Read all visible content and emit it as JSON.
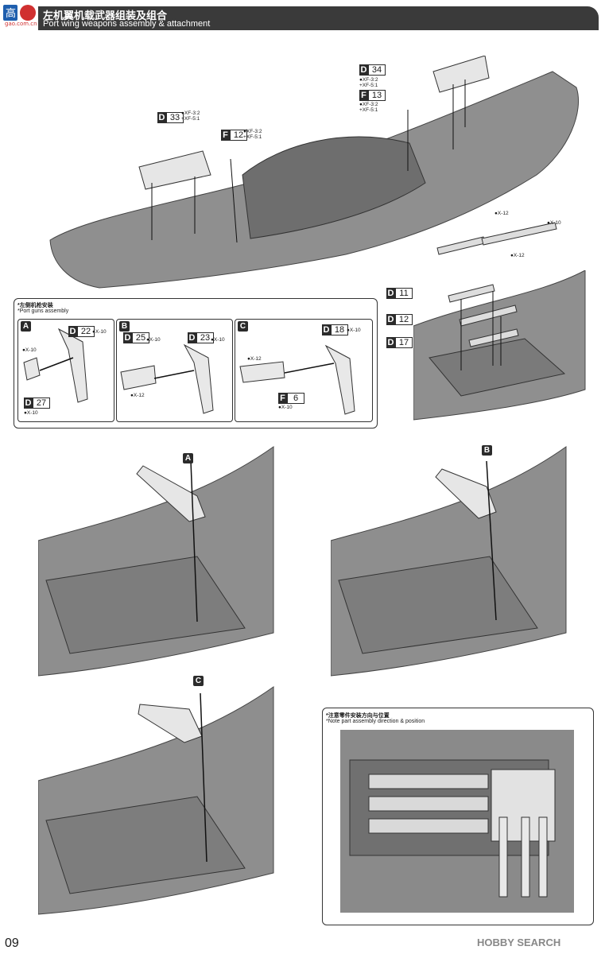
{
  "header": {
    "title_zh": "左机翼机载武器组装及组合",
    "title_en": "Port wing weapons assembly & attachment",
    "logo_text": "gao.com.cn",
    "logo_mark": "高"
  },
  "main_parts": {
    "d33": {
      "letter": "D",
      "num": "33",
      "paint": [
        "●XF-3:2",
        "+XF-5:1"
      ]
    },
    "f12": {
      "letter": "F",
      "num": "12",
      "paint": [
        "●XF-3:2",
        "+XF-5:1"
      ]
    },
    "d34": {
      "letter": "D",
      "num": "34",
      "paint": [
        "●XF-3:2",
        "+XF-5:1"
      ]
    },
    "f13": {
      "letter": "F",
      "num": "13",
      "paint": [
        "●XF-3:2",
        "+XF-5:1"
      ]
    }
  },
  "belt_colors": {
    "a": "●X-12",
    "b": "●X-10",
    "c": "●X-12"
  },
  "guns_box": {
    "title_zh": "*左侧机枪安装",
    "title_en": "*Port guns assembly",
    "a": {
      "label": "A",
      "d22": "22",
      "d22_color": "●X-10",
      "left_color": "●X-10",
      "d27": "27",
      "d27_color": "●X-10"
    },
    "b": {
      "label": "B",
      "d25": "25",
      "d25_color": "●X-10",
      "d23": "23",
      "d23_color": "●X-10",
      "bottom_color": "●X-12"
    },
    "c": {
      "label": "C",
      "d18": "18",
      "d18_color": "●X-10",
      "left_color": "●X-12",
      "f6": "6",
      "f6_color": "●X-10"
    }
  },
  "ammo_parts": {
    "d11": "11",
    "d12": "12",
    "d17": "17",
    "letter": "D"
  },
  "steps": {
    "a": "A",
    "b": "B",
    "c": "C"
  },
  "note_box": {
    "title_zh": "*注意零件安装方向与位置",
    "title_en": "*Note part assembly direction & position"
  },
  "footer": {
    "page": "09",
    "watermark": "HOBBY SEARCH"
  }
}
